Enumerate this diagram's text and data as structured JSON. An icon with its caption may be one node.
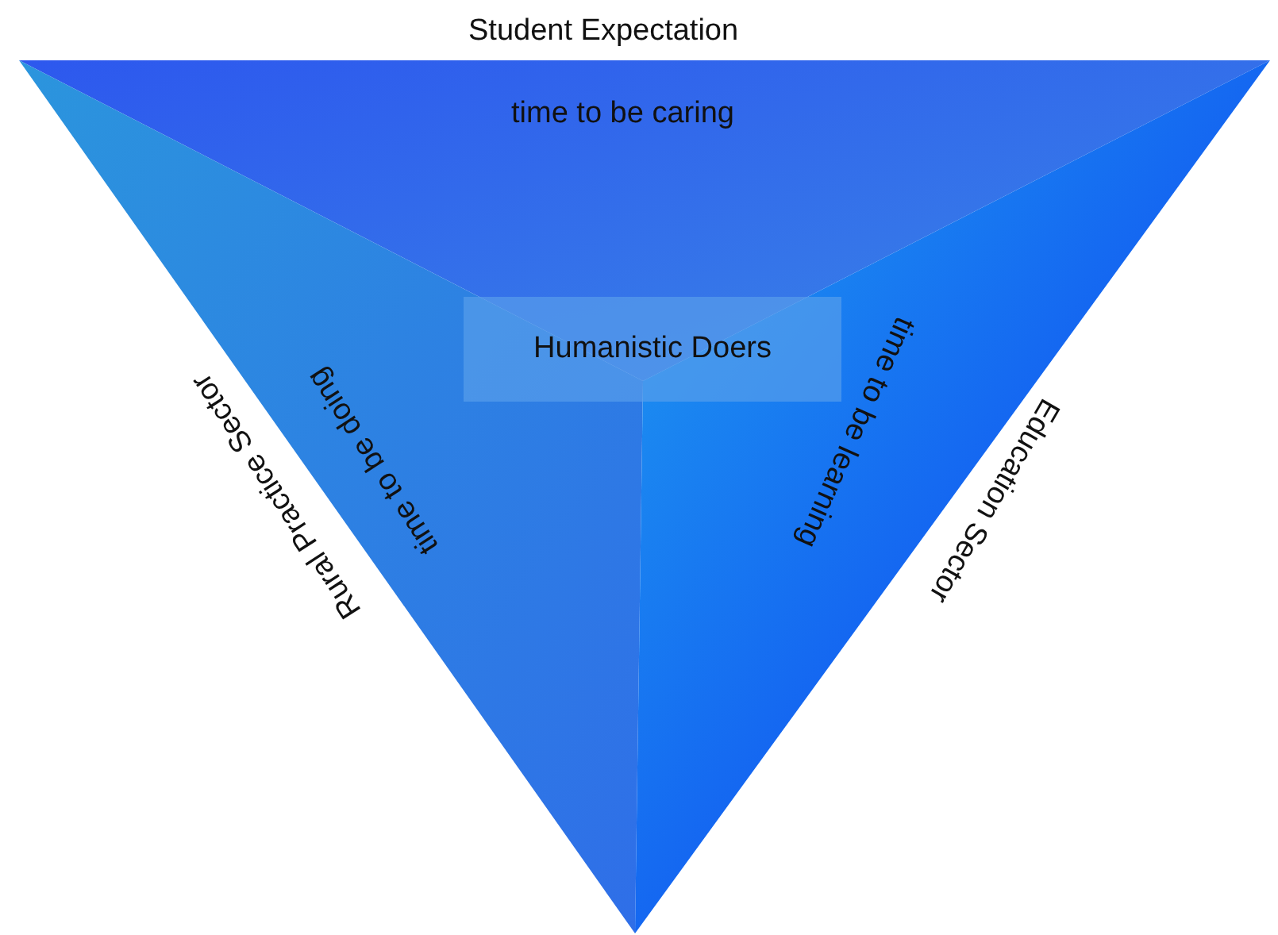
{
  "diagram": {
    "nodes": [
      {
        "text": [
          "time to be caring"
        ]
      },
      {
        "text": [
          "time to be doing"
        ]
      },
      {
        "text": [
          "time to be learning"
        ]
      },
      {
        "text": [
          "Humanistic Doers"
        ]
      }
    ],
    "edges": [],
    "labels": [
      "Student Expectation",
      "Rural Practice Sector",
      "Education Sector"
    ]
  }
}
